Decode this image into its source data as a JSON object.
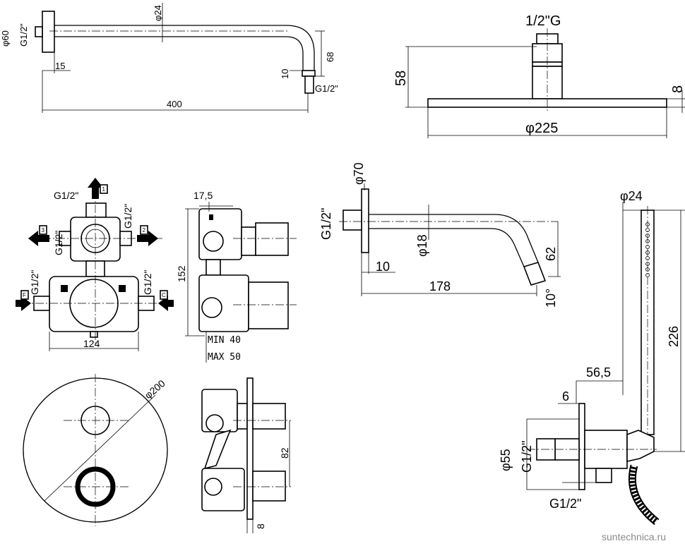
{
  "arm_top": {
    "dim_flange_dia": "φ60",
    "dim_thread_left": "G1/2\"",
    "dim_pipe_dia": "φ24",
    "dim_flange_thick": "15",
    "dim_drop": "68",
    "dim_nipple": "10",
    "dim_thread_end": "G1/2\"",
    "dim_length": "400"
  },
  "head": {
    "dim_thread": "1/2\"G",
    "dim_height": "58",
    "dim_thickness": "8",
    "dim_diameter": "φ225"
  },
  "spout": {
    "dim_thread": "G1/2\"",
    "dim_flange_dia": "φ70",
    "dim_pipe_dia": "φ18",
    "dim_flange_thick": "10",
    "dim_length": "178",
    "dim_drop": "62",
    "dim_angle": "10°"
  },
  "mixer_front": {
    "top_thread": "G1/2\"",
    "top_right_thread": "G1/2\"",
    "upper_left_thread": "G1/2\"",
    "lower_left_thread": "G1/2\"",
    "lower_right_thread": "G1/2\"",
    "port_1": "1",
    "port_2": "2",
    "port_3": "3",
    "port_f": "F",
    "port_c": "C",
    "dim_width": "124"
  },
  "mixer_side": {
    "dim_top": "17,5",
    "dim_height": "152",
    "dim_min": "MIN 40",
    "dim_max": "MAX 50"
  },
  "plate": {
    "dim_diameter": "φ200",
    "dim_spacing": "82",
    "dim_thick": "8"
  },
  "hand_shower": {
    "dim_dia": "φ24",
    "dim_length": "226",
    "dim_offset": "56,5",
    "dim_plate": "6",
    "dim_outlet_dia": "φ55",
    "dim_outlet_thread": "G1/2\"",
    "dim_bottom_thread": "G1/2\""
  },
  "watermark": "suntechnica.ru"
}
